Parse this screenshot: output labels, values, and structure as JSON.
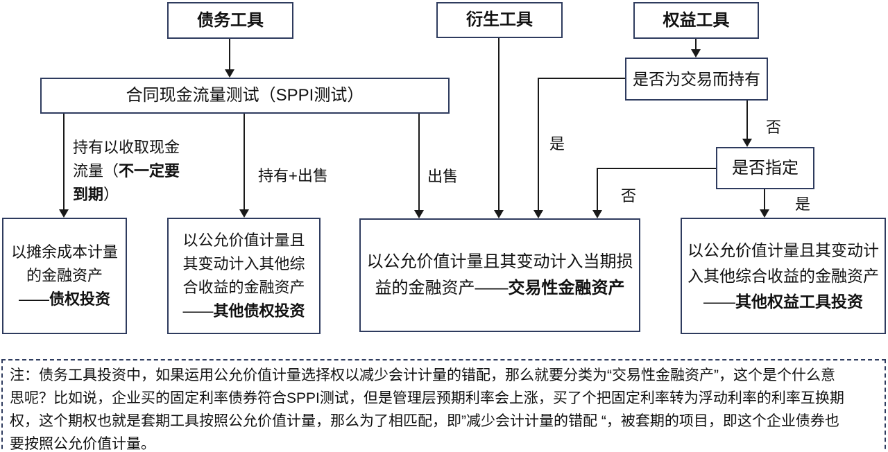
{
  "colors": {
    "box_border": "#2e3b5e",
    "line": "#191919",
    "text": "#111111",
    "background": "#ffffff"
  },
  "nodes": {
    "debt": "债务工具",
    "derivative": "衍生工具",
    "equity": "权益工具",
    "sppi": "合同现金流量测试（SPPI测试）",
    "held_for_trading": "是否为交易而持有",
    "designated": "是否指定"
  },
  "edge_labels": {
    "hold_collect_l1": "持有以收取现金",
    "hold_collect_l2_normal": "流量（",
    "hold_collect_l2_bold": "不一定要",
    "hold_collect_l3_bold": "到期",
    "hold_collect_l3_normal": "）",
    "hold_and_sell": "持有+出售",
    "sell": "出售",
    "yes_trading": "是",
    "no_trading": "否",
    "no_designated": "否",
    "yes_designated": "是"
  },
  "results": {
    "amortized": {
      "l1": "以摊余成本计量",
      "l2": "的金融资产",
      "l3_normal": "——",
      "l3_bold": "债权投资"
    },
    "fvoci_debt": {
      "l1": "以公允价值计量且",
      "l2": "其变动计入其他综",
      "l3": "合收益的金融资产",
      "l4_normal": "——",
      "l4_bold": "其他债权投资"
    },
    "fvtpl": {
      "l1": "以公允价值计量且其变动计入当期损",
      "l2_normal": "益的金融资产——",
      "l2_bold": "交易性金融资产"
    },
    "fvoci_equity": {
      "l1": "以公允价值计量且其变动计",
      "l2": "入其他综合收益的金融资产",
      "l3_normal": "——",
      "l3_bold": "其他权益工具投资"
    }
  },
  "note": {
    "line1": "注：债务工具投资中，如果运用公允价值计量选择权以减少会计计量的错配，那么就要分类为“交易性金融资产”，这个是个什么意",
    "line2": "思呢？比如说，企业买的固定利率债券符合SPPI测试，但是管理层预期利率会上涨，买了个把固定利率转为浮动利率的利率互换期",
    "line3": "权，这个期权也就是套期工具按照公允价值计量，那么为了相匹配，即”减少会计计量的错配 “，被套期的项目，即这个企业债券也",
    "line4": "要按照公允价值计量。"
  }
}
